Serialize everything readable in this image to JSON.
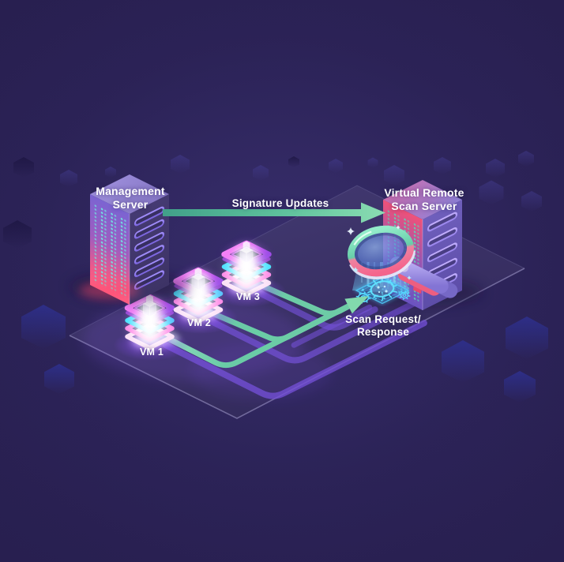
{
  "colors": {
    "background": "#2A2153",
    "platform": "#3B3268",
    "flow_teal": "#63C9A6",
    "track_purple": "#6F4ACB",
    "vm_magenta": "#E95FF0",
    "vm_cyan": "#41E1FF",
    "server_pink": "#F55B83",
    "server_purple": "#7B63CF",
    "label_text": "#FFFFFF"
  },
  "diagram": {
    "nodes": [
      {
        "id": "management-server",
        "type": "server",
        "label": "Management\nServer"
      },
      {
        "id": "scan-server",
        "type": "server",
        "label": "Virtual Remote\nScan Server"
      },
      {
        "id": "vm1",
        "type": "virtual-machine",
        "label": "VM 1"
      },
      {
        "id": "vm2",
        "type": "virtual-machine",
        "label": "VM 2"
      },
      {
        "id": "vm3",
        "type": "virtual-machine",
        "label": "VM 3"
      },
      {
        "id": "scanner",
        "type": "magnifier-scanner",
        "label": ""
      }
    ],
    "flows": [
      {
        "id": "signature-updates",
        "from": "management-server",
        "to": "scan-server",
        "label": "Signature Updates",
        "direction": "right"
      },
      {
        "id": "scan-request-response",
        "from": "vm1, vm2, vm3",
        "to": "scanner",
        "label": "Scan Request/\nResponse",
        "direction": "north-east"
      }
    ]
  }
}
